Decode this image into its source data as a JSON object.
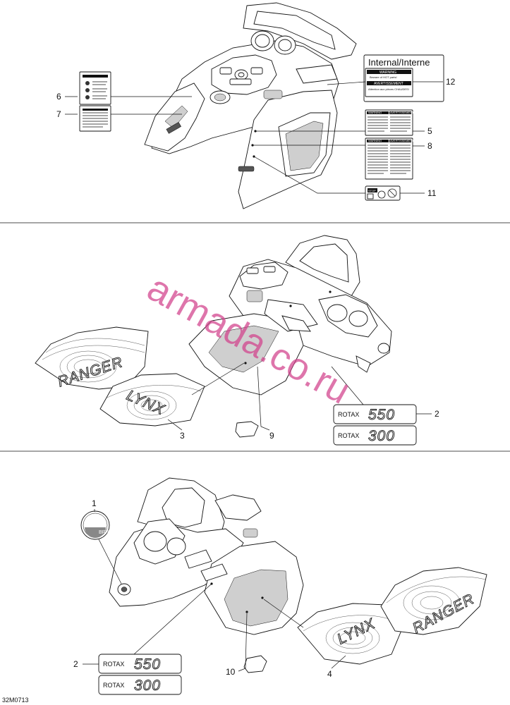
{
  "callouts": {
    "c1": "1",
    "c2a": "2",
    "c2b": "2",
    "c3": "3",
    "c4": "4",
    "c5": "5",
    "c6": "6",
    "c7": "7",
    "c8": "8",
    "c9": "9",
    "c10": "10",
    "c11": "11",
    "c12": "12"
  },
  "label_12": {
    "title": "Internal/Interne",
    "warning": "WARNING",
    "warning_text": "Beware of HOT parts!",
    "avertissement": "AVERTISSEMENT",
    "avertissement_text": "Attention aux pièces CHAUDES!"
  },
  "label_5": {
    "left": "WARNING",
    "right": "AVERTISSEMENT"
  },
  "label_8": {
    "left": "WARNING",
    "right": "AVERTISSEMENT"
  },
  "label_11": {
    "text": "STOP"
  },
  "badge_1": {
    "text": "BRP"
  },
  "rotax": {
    "brand": "ROTAX",
    "model_550": "550",
    "model_300": "300"
  },
  "decal_3": {
    "text": "LYNX"
  },
  "decal_top": {
    "text": "RANGER"
  },
  "watermark": "armada.co.ru",
  "drawing_code": "32M0713",
  "colors": {
    "watermark": "#d2418c",
    "line": "#111111",
    "shade": "#cfcfcf"
  }
}
